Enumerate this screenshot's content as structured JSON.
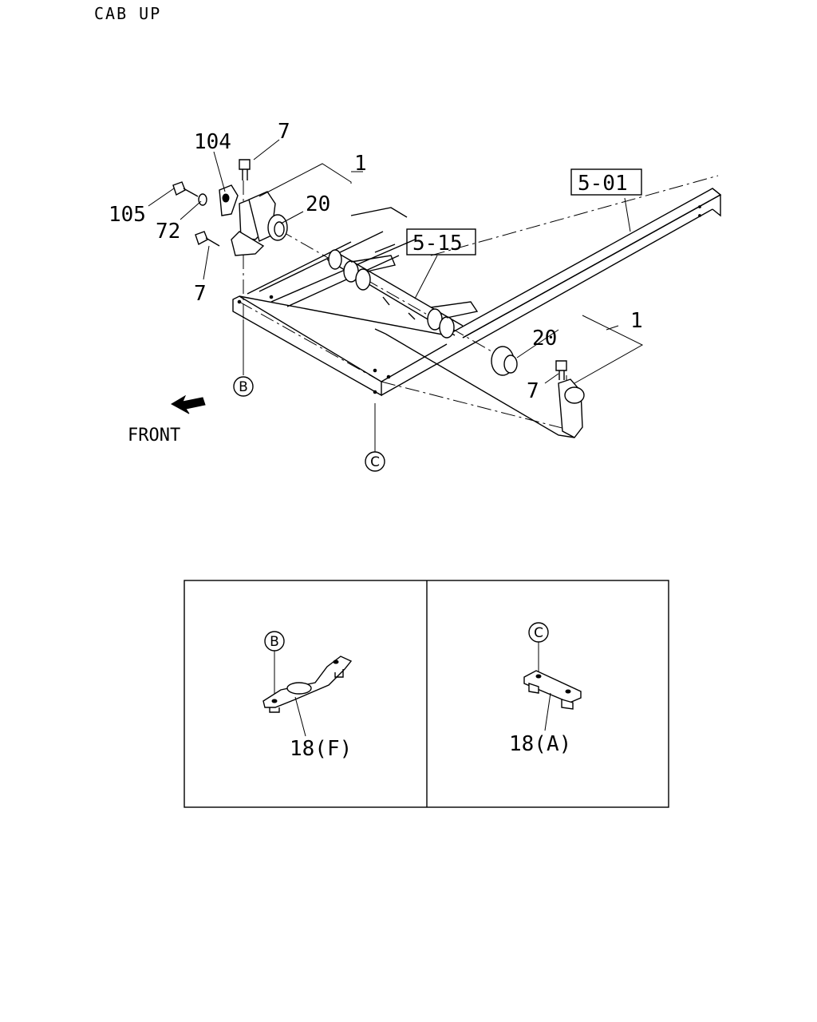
{
  "header": {
    "title": "CAB UP"
  },
  "callouts": {
    "c7_top": "7",
    "c104": "104",
    "c1_top": "1",
    "c105": "105",
    "c72": "72",
    "c20_top": "20",
    "c7_left": "7",
    "ref_501": "5-01",
    "ref_515": "5-15",
    "c1_right": "1",
    "c20_right": "20",
    "c7_right": "7"
  },
  "markers": {
    "b": "B",
    "c": "C"
  },
  "front_label": "FRONT",
  "detail_panels": {
    "left": {
      "marker": "B",
      "part": "18(F)"
    },
    "right": {
      "marker": "C",
      "part": "18(A)"
    }
  }
}
